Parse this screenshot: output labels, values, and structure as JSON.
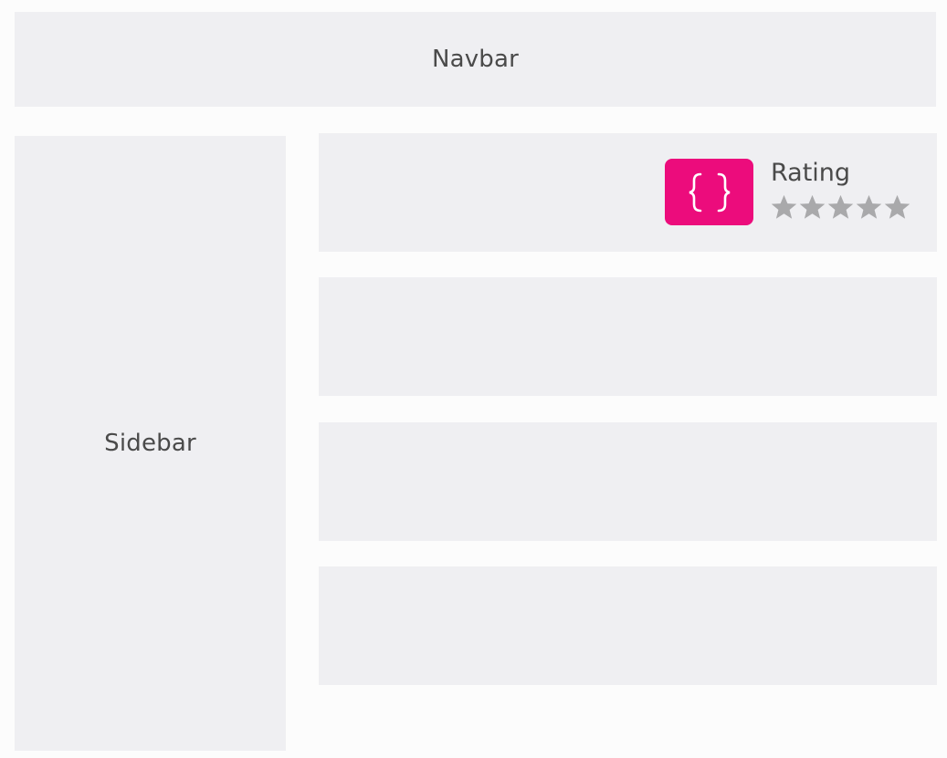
{
  "navbar": {
    "label": "Navbar"
  },
  "sidebar": {
    "label": "Sidebar"
  },
  "rating_card": {
    "label": "Rating",
    "icon": "curly-braces-icon",
    "badge_color": "#ec0c7c",
    "rating_value": 0,
    "rating_max": 5
  },
  "colors": {
    "panel": "#efeff2",
    "background": "#fcfcfc",
    "text": "#4a4a4a",
    "star_empty": "#a9a9ab"
  }
}
